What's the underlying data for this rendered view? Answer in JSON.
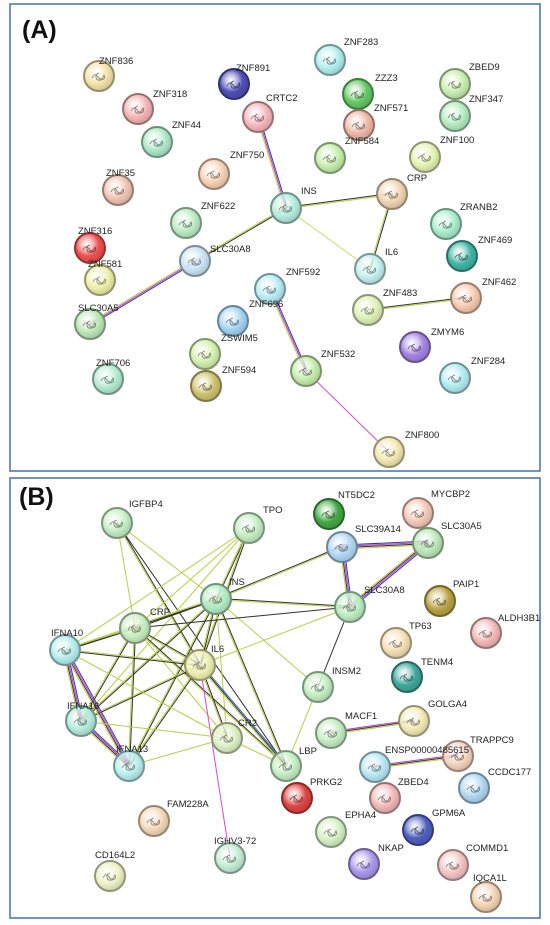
{
  "panels": [
    {
      "id": "A",
      "label": "(A)",
      "nodes": [
        {
          "id": "ZNF836",
          "label": "ZNF836",
          "color": "#f3e3a8"
        },
        {
          "id": "ZNF318",
          "label": "ZNF318",
          "color": "#f4b5b5"
        },
        {
          "id": "ZNF891",
          "label": "ZNF891",
          "color": "#4f4fb5"
        },
        {
          "id": "CRTC2",
          "label": "CRTC2",
          "color": "#f7b7bb"
        },
        {
          "id": "ZNF283",
          "label": "ZNF283",
          "color": "#b2eeee"
        },
        {
          "id": "ZZZ3",
          "label": "ZZZ3",
          "color": "#66c866"
        },
        {
          "id": "ZBED9",
          "label": "ZBED9",
          "color": "#c8eeb0"
        },
        {
          "id": "ZNF44",
          "label": "ZNF44",
          "color": "#aee8c8"
        },
        {
          "id": "ZNF571",
          "label": "ZNF571",
          "color": "#f0b8a8"
        },
        {
          "id": "ZNF347",
          "label": "ZNF347",
          "color": "#b4ecc0"
        },
        {
          "id": "ZNF750",
          "label": "ZNF750",
          "color": "#f6d2b6"
        },
        {
          "id": "ZNF584",
          "label": "ZNF584",
          "color": "#c6eeac"
        },
        {
          "id": "ZNF100",
          "label": "ZNF100",
          "color": "#e4f2b2"
        },
        {
          "id": "ZNF35",
          "label": "ZNF35",
          "color": "#f0c4b4"
        },
        {
          "id": "INS",
          "label": "INS",
          "color": "#b4ecdc"
        },
        {
          "id": "CRP",
          "label": "CRP",
          "color": "#f1d4b2"
        },
        {
          "id": "ZNF622",
          "label": "ZNF622",
          "color": "#bcecc4"
        },
        {
          "id": "ZRANB2",
          "label": "ZRANB2",
          "color": "#a8eecc"
        },
        {
          "id": "ZNF316",
          "label": "ZNF316",
          "color": "#ee5050"
        },
        {
          "id": "SLC30A8",
          "label": "SLC30A8",
          "color": "#c8e4f4"
        },
        {
          "id": "ZNF469",
          "label": "ZNF469",
          "color": "#40b4a4"
        },
        {
          "id": "IL6",
          "label": "IL6",
          "color": "#c4f0ee"
        },
        {
          "id": "ZNF581",
          "label": "ZNF581",
          "color": "#ecf0a8"
        },
        {
          "id": "ZNF592",
          "label": "ZNF592",
          "color": "#b8ecf4"
        },
        {
          "id": "ZNF483",
          "label": "ZNF483",
          "color": "#e0f0b8"
        },
        {
          "id": "ZNF462",
          "label": "ZNF462",
          "color": "#f6ccb0"
        },
        {
          "id": "SLC30A5",
          "label": "SLC30A5",
          "color": "#bce8b8"
        },
        {
          "id": "ZNF696",
          "label": "ZNF696",
          "color": "#a4d4f4"
        },
        {
          "id": "ZSWIM5",
          "label": "ZSWIM5",
          "color": "#d4f0b0"
        },
        {
          "id": "ZMYM6",
          "label": "ZMYM6",
          "color": "#a484e4"
        },
        {
          "id": "ZNF532",
          "label": "ZNF532",
          "color": "#c4eeac"
        },
        {
          "id": "ZNF706",
          "label": "ZNF706",
          "color": "#b4ecd0"
        },
        {
          "id": "ZNF594",
          "label": "ZNF594",
          "color": "#cec270"
        },
        {
          "id": "ZNF284",
          "label": "ZNF284",
          "color": "#b0ecf0"
        },
        {
          "id": "ZNF800",
          "label": "ZNF800",
          "color": "#f2e8b0"
        }
      ],
      "edges": [
        {
          "source": "CRTC2",
          "target": "INS",
          "colors": [
            "#3030c0",
            "#c038c0",
            "#b8d040"
          ]
        },
        {
          "source": "INS",
          "target": "CRP",
          "colors": [
            "#303030",
            "#b8d040"
          ]
        },
        {
          "source": "INS",
          "target": "SLC30A8",
          "colors": [
            "#303030",
            "#b8d040"
          ]
        },
        {
          "source": "INS",
          "target": "IL6",
          "colors": [
            "#c8e060"
          ]
        },
        {
          "source": "CRP",
          "target": "IL6",
          "colors": [
            "#303030",
            "#b8d040"
          ]
        },
        {
          "source": "SLC30A8",
          "target": "SLC30A5",
          "colors": [
            "#3030c0",
            "#c038c0",
            "#b8d040"
          ]
        },
        {
          "source": "ZNF592",
          "target": "ZNF532",
          "colors": [
            "#3030c0",
            "#c038c0",
            "#b8d040"
          ]
        },
        {
          "source": "ZNF532",
          "target": "ZNF800",
          "colors": [
            "#e040e0"
          ]
        },
        {
          "source": "ZNF483",
          "target": "ZNF462",
          "colors": [
            "#303030",
            "#b8d040"
          ]
        }
      ]
    },
    {
      "id": "B",
      "label": "(B)",
      "nodes": [
        {
          "id": "IGFBP4",
          "label": "IGFBP4",
          "color": "#c4eec4"
        },
        {
          "id": "TPO",
          "label": "TPO",
          "color": "#c4eec4"
        },
        {
          "id": "NT5DC2",
          "label": "NT5DC2",
          "color": "#44a844"
        },
        {
          "id": "MYCBP2",
          "label": "MYCBP2",
          "color": "#f4c8b8"
        },
        {
          "id": "SLC39A14",
          "label": "SLC39A14",
          "color": "#b0d8f4"
        },
        {
          "id": "SLC30A5",
          "label": "SLC30A5",
          "color": "#bce8b8"
        },
        {
          "id": "INS",
          "label": "INS",
          "color": "#b4ecc4"
        },
        {
          "id": "PAIP1",
          "label": "PAIP1",
          "color": "#b8a444"
        },
        {
          "id": "CRP",
          "label": "CRP",
          "color": "#c8eec0"
        },
        {
          "id": "SLC30A8",
          "label": "SLC30A8",
          "color": "#bceec4"
        },
        {
          "id": "ALDH3B1",
          "label": "ALDH3B1",
          "color": "#f4b8b8"
        },
        {
          "id": "IFNA10",
          "label": "IFNA10",
          "color": "#b4eeee"
        },
        {
          "id": "TP63",
          "label": "TP63",
          "color": "#f4e0b4"
        },
        {
          "id": "IL6",
          "label": "IL6",
          "color": "#eef0b0"
        },
        {
          "id": "TENM4",
          "label": "TENM4",
          "color": "#40a89c"
        },
        {
          "id": "INSM2",
          "label": "INSM2",
          "color": "#c4eec4"
        },
        {
          "id": "IFNA16",
          "label": "IFNA16",
          "color": "#b4ecdc"
        },
        {
          "id": "GOLGA4",
          "label": "GOLGA4",
          "color": "#f2eab4"
        },
        {
          "id": "MACF1",
          "label": "MACF1",
          "color": "#c4eec4"
        },
        {
          "id": "TRAPPC9",
          "label": "TRAPPC9",
          "color": "#f4d4c0"
        },
        {
          "id": "CR2",
          "label": "CR2",
          "color": "#dcf0c4"
        },
        {
          "id": "ENSP00000485615",
          "label": "ENSP00000485615",
          "color": "#b8e6f4"
        },
        {
          "id": "IFNA13",
          "label": "IFNA13",
          "color": "#b8eeee"
        },
        {
          "id": "LBP",
          "label": "LBP",
          "color": "#c4eec4"
        },
        {
          "id": "CCDC177",
          "label": "CCDC177",
          "color": "#b0d8f0"
        },
        {
          "id": "ZBED4",
          "label": "ZBED4",
          "color": "#f4b8b8"
        },
        {
          "id": "PRKG2",
          "label": "PRKG2",
          "color": "#e04444"
        },
        {
          "id": "FAM228A",
          "label": "FAM228A",
          "color": "#f4d8b8"
        },
        {
          "id": "EPHA4",
          "label": "EPHA4",
          "color": "#d4f0c4"
        },
        {
          "id": "GPM6A",
          "label": "GPM6A",
          "color": "#5060c0"
        },
        {
          "id": "IGHV3-72",
          "label": "IGHV3-72",
          "color": "#c4eed4"
        },
        {
          "id": "NKAP",
          "label": "NKAP",
          "color": "#a898ec"
        },
        {
          "id": "COMMD1",
          "label": "COMMD1",
          "color": "#f4c4c4"
        },
        {
          "id": "CD164L2",
          "label": "CD164L2",
          "color": "#ecf2c4"
        },
        {
          "id": "IQCA1L",
          "label": "IQCA1L",
          "color": "#f4d4b4"
        }
      ],
      "edges": [
        {
          "source": "IGFBP4",
          "target": "INS",
          "colors": [
            "#b8d040"
          ]
        },
        {
          "source": "IGFBP4",
          "target": "CRP",
          "colors": [
            "#b8d040"
          ]
        },
        {
          "source": "IGFBP4",
          "target": "IL6",
          "colors": [
            "#303030",
            "#b8d040"
          ]
        },
        {
          "source": "IGFBP4",
          "target": "LBP",
          "colors": [
            "#303030"
          ]
        },
        {
          "source": "TPO",
          "target": "INS",
          "colors": [
            "#303030",
            "#b8d040"
          ]
        },
        {
          "source": "TPO",
          "target": "CRP",
          "colors": [
            "#b8d040"
          ]
        },
        {
          "source": "TPO",
          "target": "IL6",
          "colors": [
            "#303030",
            "#b8d040"
          ]
        },
        {
          "source": "TPO",
          "target": "IFNA10",
          "colors": [
            "#b8d040"
          ]
        },
        {
          "source": "TPO",
          "target": "IFNA16",
          "colors": [
            "#b8d040"
          ]
        },
        {
          "source": "INS",
          "target": "CRP",
          "colors": [
            "#303030",
            "#b8d040"
          ]
        },
        {
          "source": "INS",
          "target": "IL6",
          "colors": [
            "#303030",
            "#b8d040"
          ]
        },
        {
          "source": "INS",
          "target": "SLC30A8",
          "colors": [
            "#303030",
            "#b8d040"
          ]
        },
        {
          "source": "INS",
          "target": "SLC39A14",
          "colors": [
            "#303030",
            "#b8d040"
          ]
        },
        {
          "source": "INS",
          "target": "IFNA10",
          "colors": [
            "#303030",
            "#b8d040"
          ]
        },
        {
          "source": "INS",
          "target": "IFNA16",
          "colors": [
            "#303030",
            "#b8d040"
          ]
        },
        {
          "source": "INS",
          "target": "IFNA13",
          "colors": [
            "#303030",
            "#b8d040"
          ]
        },
        {
          "source": "INS",
          "target": "INSM2",
          "colors": [
            "#b8d040"
          ]
        },
        {
          "source": "INS",
          "target": "CR2",
          "colors": [
            "#b8d040"
          ]
        },
        {
          "source": "INS",
          "target": "LBP",
          "colors": [
            "#303030",
            "#b8d040"
          ]
        },
        {
          "source": "CRP",
          "target": "IL6",
          "colors": [
            "#303030",
            "#b8d040"
          ]
        },
        {
          "source": "CRP",
          "target": "IFNA10",
          "colors": [
            "#303030",
            "#b8d040"
          ]
        },
        {
          "source": "CRP",
          "target": "IFNA16",
          "colors": [
            "#303030",
            "#b8d040"
          ]
        },
        {
          "source": "CRP",
          "target": "IFNA13",
          "colors": [
            "#303030",
            "#b8d040"
          ]
        },
        {
          "source": "CRP",
          "target": "LBP",
          "colors": [
            "#303030",
            "#b8d040"
          ]
        },
        {
          "source": "CRP",
          "target": "CR2",
          "colors": [
            "#b8d040"
          ]
        },
        {
          "source": "CRP",
          "target": "SLC30A8",
          "colors": [
            "#303030"
          ]
        },
        {
          "source": "IL6",
          "target": "IFNA10",
          "colors": [
            "#303030",
            "#b8d040"
          ]
        },
        {
          "source": "IL6",
          "target": "IFNA16",
          "colors": [
            "#303030",
            "#b8d040"
          ]
        },
        {
          "source": "IL6",
          "target": "IFNA13",
          "colors": [
            "#303030",
            "#b8d040"
          ]
        },
        {
          "source": "IL6",
          "target": "LBP",
          "colors": [
            "#3060c0",
            "#303030",
            "#b8d040"
          ]
        },
        {
          "source": "IL6",
          "target": "CR2",
          "colors": [
            "#303030",
            "#b8d040"
          ]
        },
        {
          "source": "IL6",
          "target": "IGHV3-72",
          "colors": [
            "#e040e0"
          ]
        },
        {
          "source": "IL6",
          "target": "SLC30A8",
          "colors": [
            "#b8d040"
          ]
        },
        {
          "source": "IFNA10",
          "target": "IFNA16",
          "colors": [
            "#3030c0",
            "#c038c0",
            "#303030",
            "#b8d040"
          ]
        },
        {
          "source": "IFNA10",
          "target": "IFNA13",
          "colors": [
            "#3030c0",
            "#c038c0",
            "#303030",
            "#b8d040"
          ]
        },
        {
          "source": "IFNA16",
          "target": "IFNA13",
          "colors": [
            "#3030c0",
            "#c038c0",
            "#303030",
            "#b8d040"
          ]
        },
        {
          "source": "IFNA10",
          "target": "CR2",
          "colors": [
            "#b8d040"
          ]
        },
        {
          "source": "IFNA13",
          "target": "CR2",
          "colors": [
            "#b8d040"
          ]
        },
        {
          "source": "IFNA16",
          "target": "CR2",
          "colors": [
            "#b8d040"
          ]
        },
        {
          "source": "LBP",
          "target": "CR2",
          "colors": [
            "#b8d040"
          ]
        },
        {
          "source": "SLC39A14",
          "target": "SLC30A5",
          "colors": [
            "#3030c0",
            "#c038c0",
            "#303030",
            "#b8d040"
          ]
        },
        {
          "source": "SLC39A14",
          "target": "SLC30A8",
          "colors": [
            "#3030c0",
            "#c038c0",
            "#303030",
            "#b8d040"
          ]
        },
        {
          "source": "SLC30A5",
          "target": "SLC30A8",
          "colors": [
            "#3030c0",
            "#c038c0",
            "#303030",
            "#b8d040"
          ]
        },
        {
          "source": "SLC30A8",
          "target": "INSM2",
          "colors": [
            "#303030"
          ]
        },
        {
          "source": "INSM2",
          "target": "LBP",
          "colors": [
            "#b8d040"
          ]
        },
        {
          "source": "MACF1",
          "target": "GOLGA4",
          "colors": [
            "#c038c0",
            "#303030",
            "#b8d040"
          ]
        },
        {
          "source": "ENSP00000485615",
          "target": "TRAPPC9",
          "colors": [
            "#c038c0",
            "#303030",
            "#b8d040"
          ]
        }
      ]
    }
  ]
}
